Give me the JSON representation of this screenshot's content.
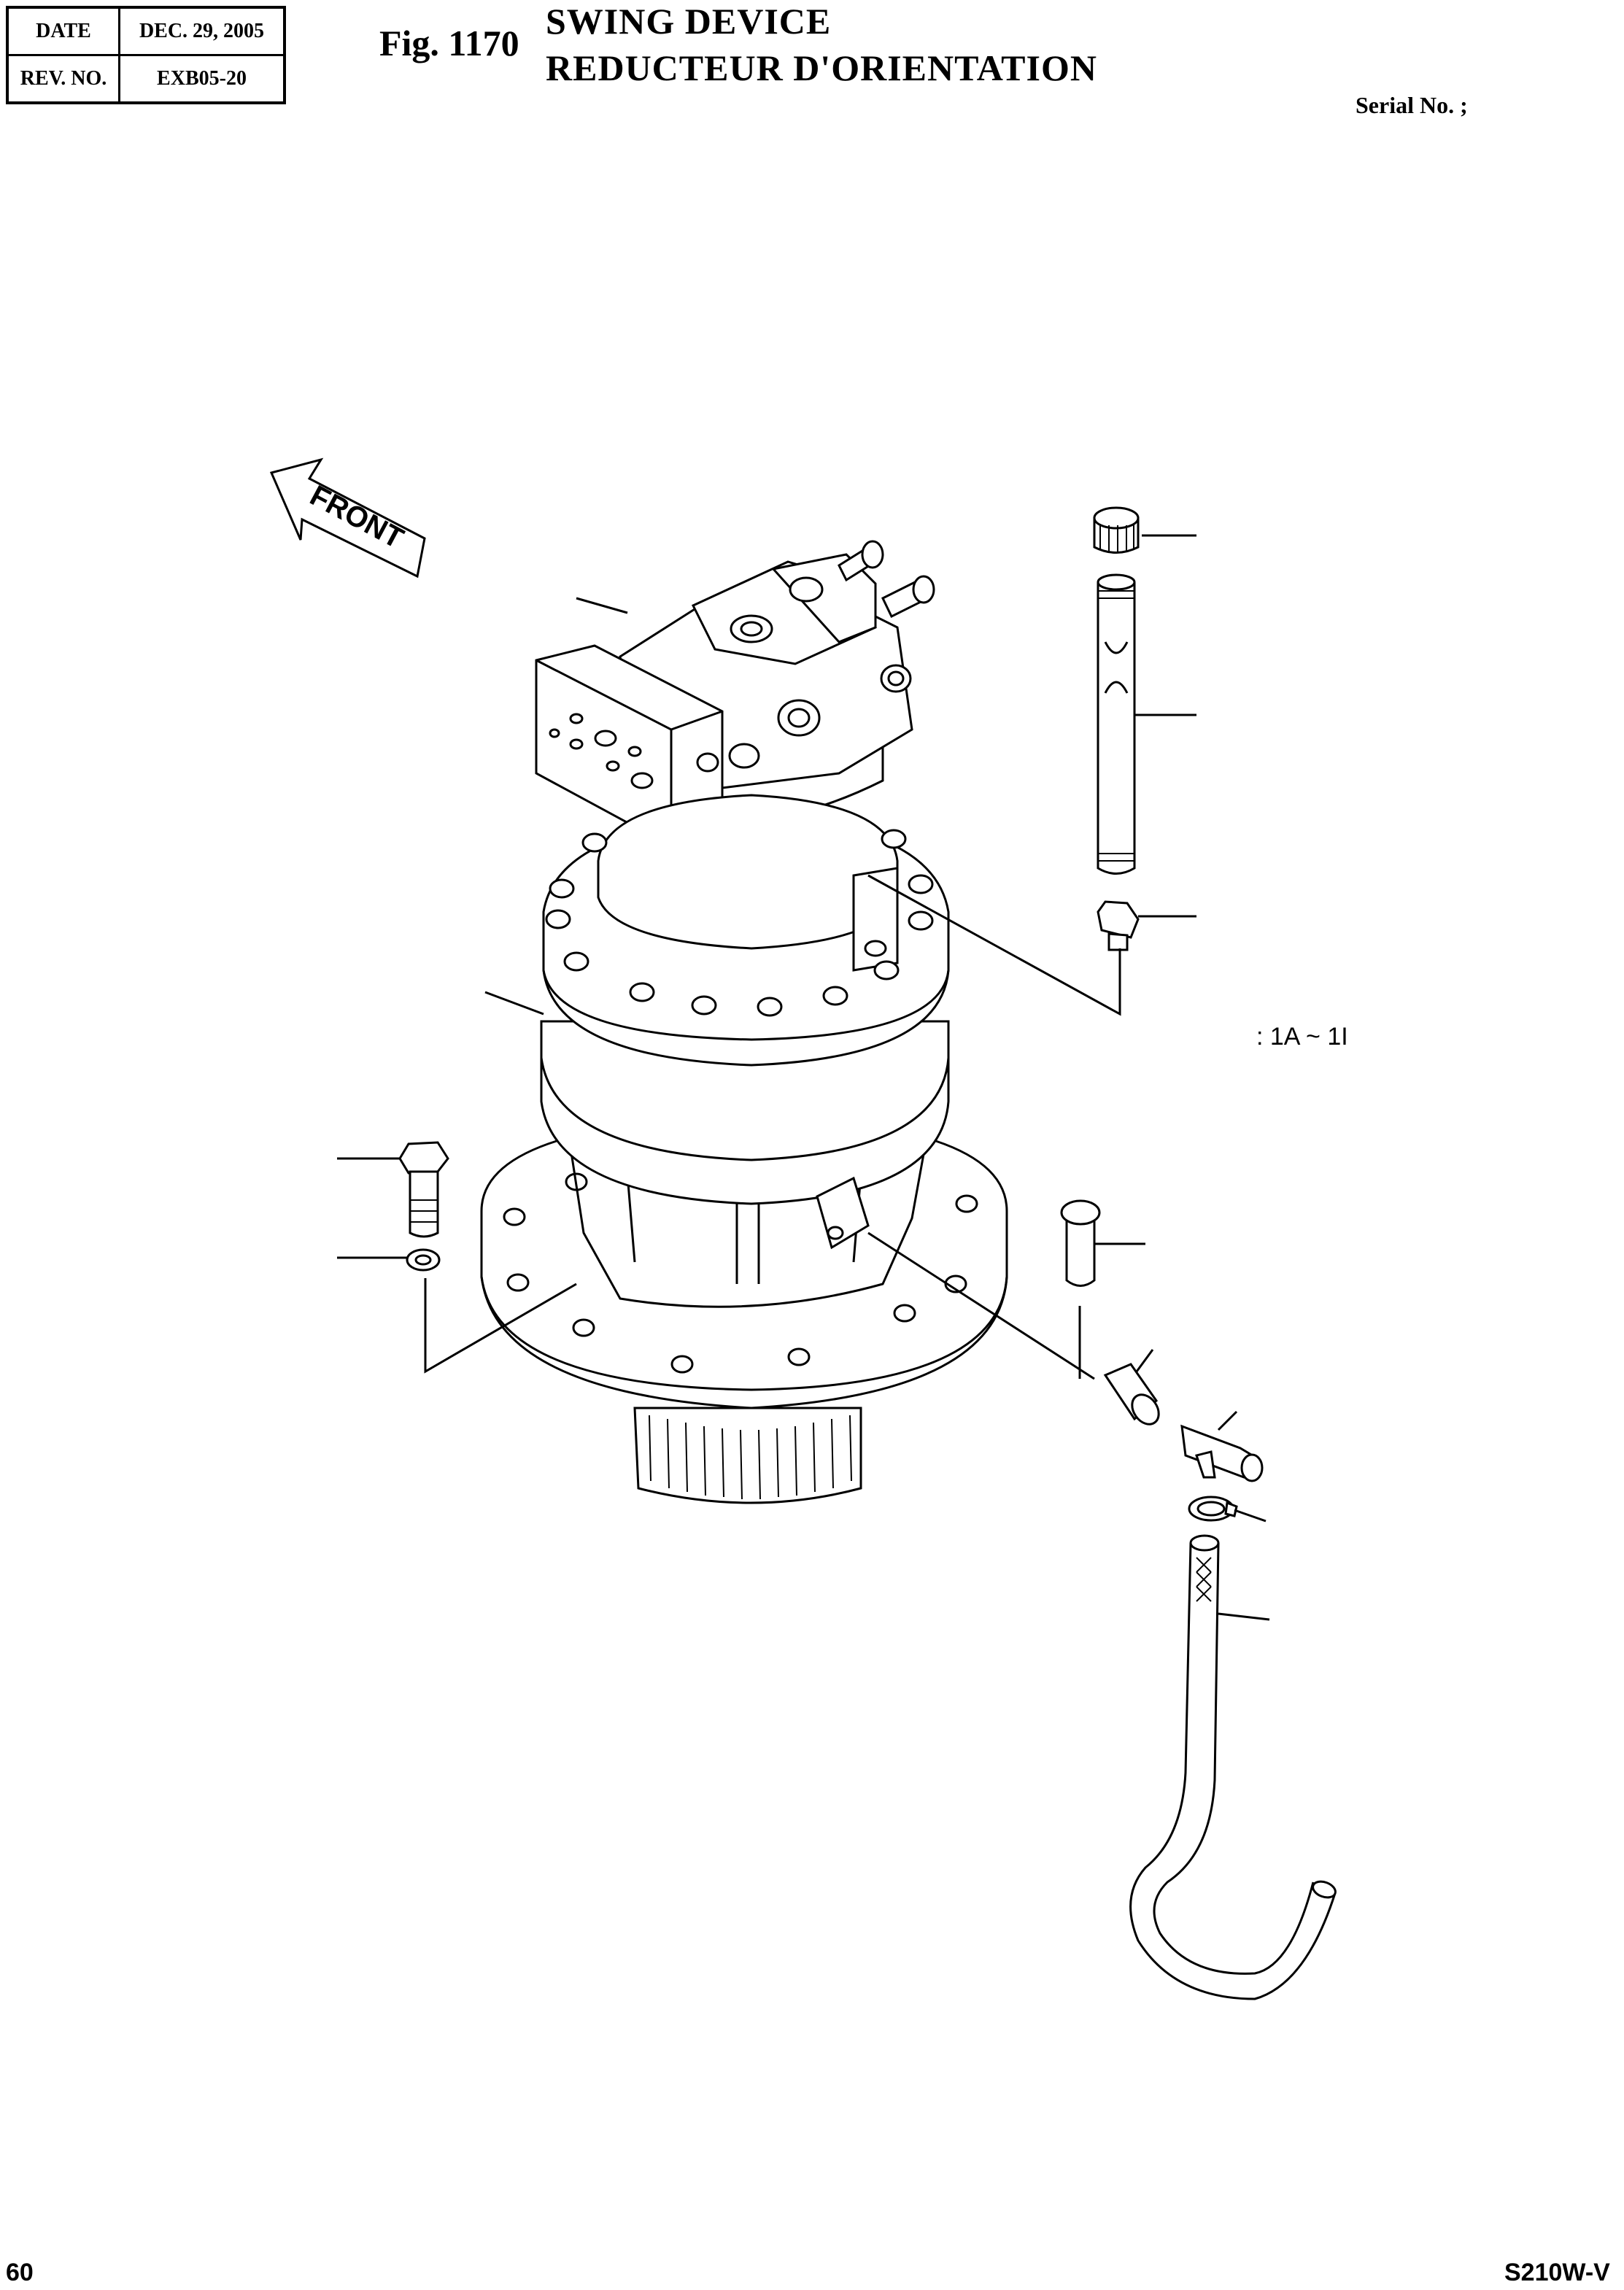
{
  "header": {
    "date_label": "DATE",
    "date_value": "DEC. 29, 2005",
    "rev_label": "REV. NO.",
    "rev_value": "EXB05-20"
  },
  "figure": {
    "number": "Fig. 1170",
    "title_en": "SWING DEVICE",
    "title_fr": "REDUCTEUR D'ORIENTATION"
  },
  "serial_label": "Serial No. ;",
  "kit_label": ": 1A ~ 1I",
  "front_label": "FRONT",
  "footer": {
    "page_number": "60",
    "model": "S210W-V"
  }
}
